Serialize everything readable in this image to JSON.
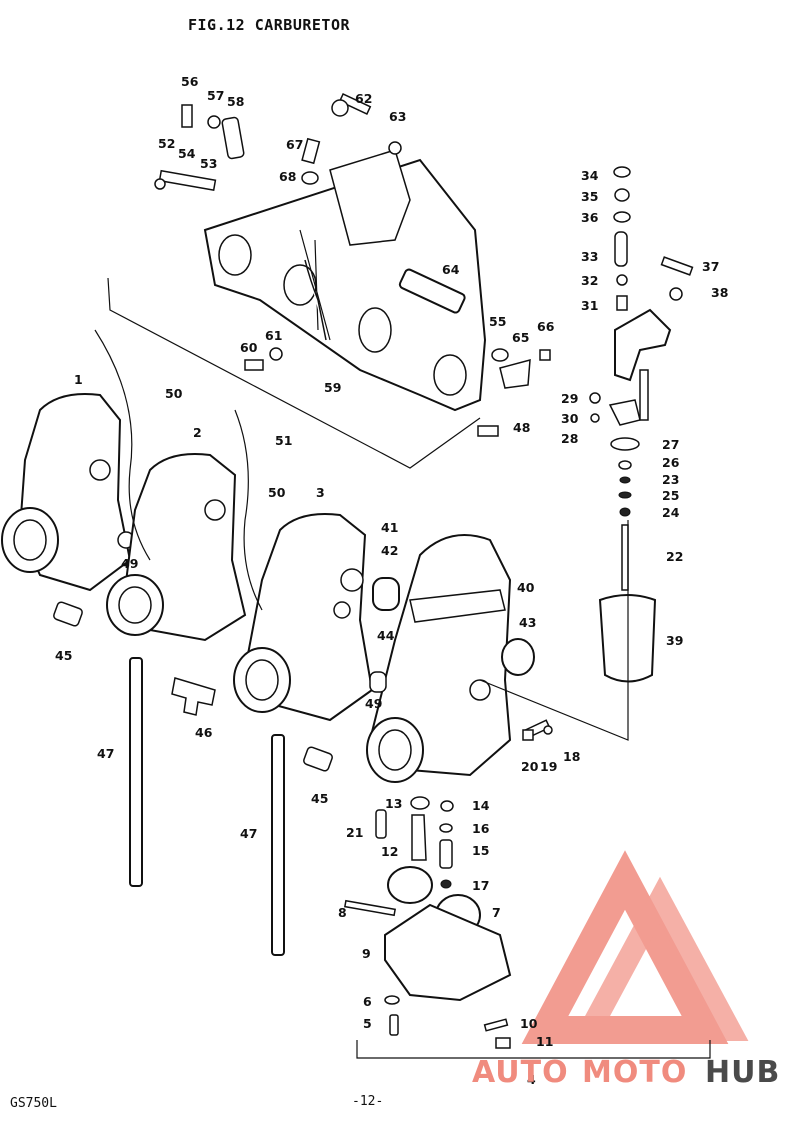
{
  "figure_title": "FIG.12  CARBURETOR",
  "model": "GS750L",
  "page_number": "-12-",
  "watermark": {
    "text_part1": "AUTO",
    "text_part2": "MOTO",
    "text_part3": "HUB",
    "color_primary": "#f08b7e",
    "color_secondary": "#4a4a4a"
  },
  "callouts": [
    "1",
    "2",
    "3",
    "4",
    "5",
    "6",
    "7",
    "8",
    "9",
    "10",
    "11",
    "12",
    "13",
    "14",
    "15",
    "16",
    "17",
    "18",
    "19",
    "20",
    "21",
    "22",
    "23",
    "24",
    "25",
    "26",
    "27",
    "28",
    "29",
    "30",
    "31",
    "32",
    "33",
    "34",
    "35",
    "36",
    "37",
    "38",
    "39",
    "40",
    "41",
    "42",
    "43",
    "44",
    "45",
    "45",
    "46",
    "47",
    "47",
    "48",
    "49",
    "49",
    "50",
    "50",
    "51",
    "52",
    "53",
    "54",
    "55",
    "56",
    "57",
    "58",
    "59",
    "60",
    "61",
    "62",
    "63",
    "64",
    "65",
    "66",
    "67",
    "68"
  ]
}
